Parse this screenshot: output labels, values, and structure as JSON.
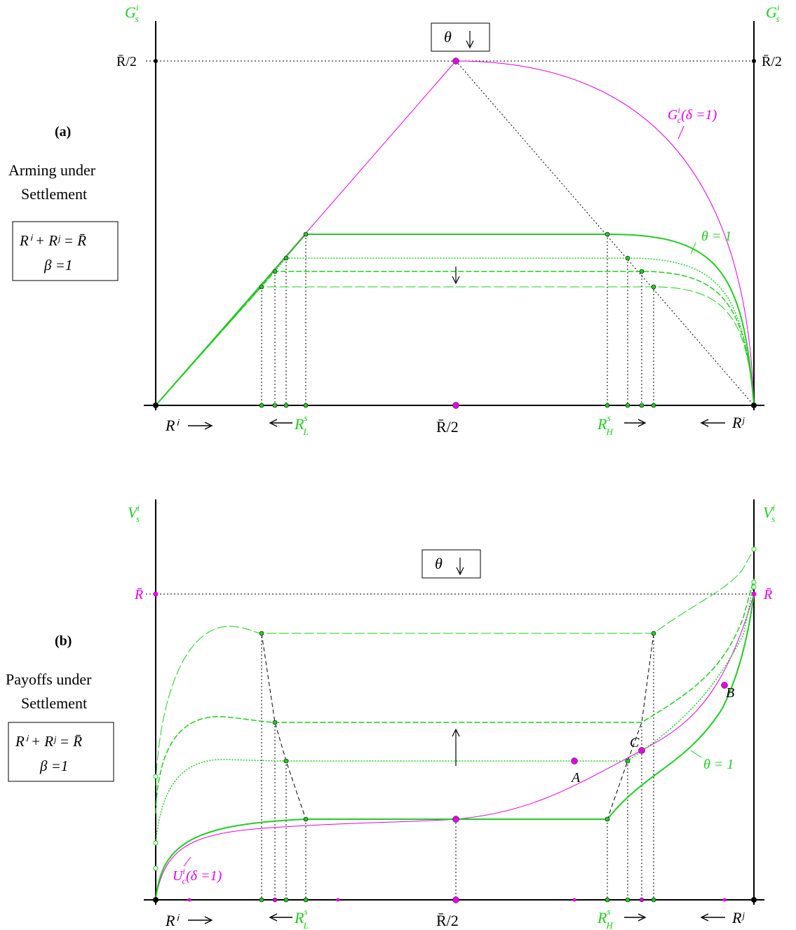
{
  "colors": {
    "green": "#22cc22",
    "magenta": "#e600e6",
    "black": "#000000",
    "dark_green_dot": "#1a8a1a"
  },
  "panel_a": {
    "label": "(a)",
    "caption_line1": "Arming under",
    "caption_line2": "Settlement",
    "box_eq": "Rⁱ + Rʲ = R̄",
    "box_beta": "β =1",
    "y_axis_left": "G",
    "y_axis_right": "G",
    "y_sub": "s",
    "y_sup": "i",
    "level_label": "R̄/2",
    "theta_box": "θ",
    "curve_label_mag": "G",
    "curve_label_mag_sub": "c",
    "curve_label_mag_sup": "i",
    "curve_label_mag_arg": "(δ =1)",
    "curve_label_green": "θ = 1",
    "x_left": "Rⁱ",
    "x_mid": "R̄/2",
    "x_right": "Rʲ",
    "x_RL": "R",
    "x_RL_sub": "L",
    "x_RH": "R",
    "x_RH_sub": "H",
    "x_R_sup": "s"
  },
  "panel_b": {
    "label": "(b)",
    "caption_line1": "Payoffs under",
    "caption_line2": "Settlement",
    "box_eq": "Rⁱ + Rʲ = R̄",
    "box_beta": "β =1",
    "y_axis_left": "V",
    "y_axis_right": "V",
    "y_sub": "s",
    "y_sup": "i",
    "level_label": "R̄",
    "theta_box": "θ",
    "curve_label_mag": "U",
    "curve_label_mag_sub": "c",
    "curve_label_mag_sup": "i",
    "curve_label_mag_arg": "(δ =1)",
    "curve_label_green": "θ = 1",
    "point_A": "A",
    "point_B": "B",
    "point_C": "C",
    "x_left": "Rⁱ",
    "x_mid": "R̄/2",
    "x_right": "Rʲ",
    "x_RL": "R",
    "x_RL_sub": "L",
    "x_RH": "R",
    "x_RH_sub": "H",
    "x_R_sup": "s"
  }
}
